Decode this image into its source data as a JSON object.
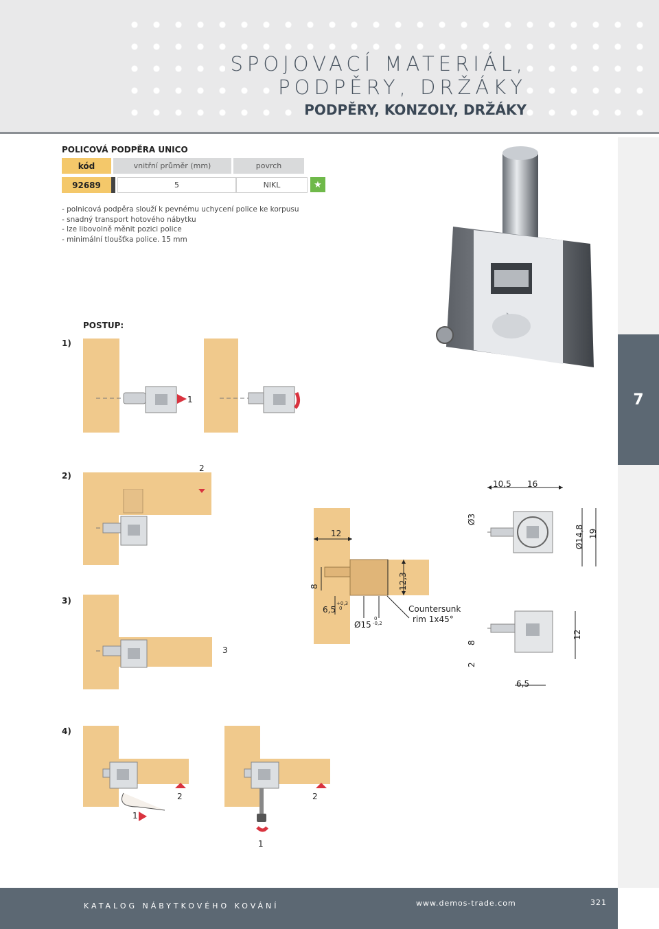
{
  "header": {
    "title_line1": "SPOJOVACÍ MATERIÁL,",
    "title_line2": "PODPĚRY, DRŽÁKY",
    "title_line3": "PODPĚRY, KONZOLY, DRŽÁKY"
  },
  "product": {
    "title": "POLICOVÁ PODPĚRA UNICO",
    "columns": [
      "kód",
      "vnitřní průměr (mm)",
      "povrch"
    ],
    "rows": [
      {
        "kod": "92689",
        "prumer": "5",
        "povrch": "NIKL"
      }
    ],
    "bullets": [
      "polnicová podpěra slouží k pevnému uchycení police ke korpusu",
      "snadný transport hotového nábytku",
      "lze libovolně měnit pozici police",
      "minimální tloušťka police. 15 mm"
    ]
  },
  "side_tab": "7",
  "postup": "POSTUP:",
  "steps": {
    "s1": "1)",
    "s2": "2)",
    "s3": "3)",
    "s4": "4)"
  },
  "labels": {
    "one": "1",
    "two": "2",
    "three": "3"
  },
  "dimensions": {
    "d_10_5": "10,5",
    "d_16": "16",
    "d_3": "Ø3",
    "d_14_8": "Ø14,8",
    "d_19": "19",
    "d_12": "12",
    "d_8": "8",
    "d_12_3": "12,3",
    "d_6_5": "6,5",
    "tol_plus": "+0,3",
    "tol_zero": "0",
    "d_15": "Ø15",
    "tol_zero2": "0",
    "tol_minus": "-0,2",
    "countersunk1": "Countersunk",
    "countersunk2": "rim 1x45°",
    "d_8b": "8",
    "d_2": "2",
    "d_12b": "12",
    "d_6_5b": "6,5"
  },
  "footer": {
    "catalog": "KATALOG NÁBYTKOVÉHO KOVÁNÍ",
    "website": "www.demos-trade.com",
    "page": "321"
  },
  "colors": {
    "wood": "#f0c98c",
    "accent_red": "#d9333f",
    "kod_yellow": "#f4c86a",
    "footer_slate": "#5c6873",
    "star_green": "#6fb94a"
  }
}
